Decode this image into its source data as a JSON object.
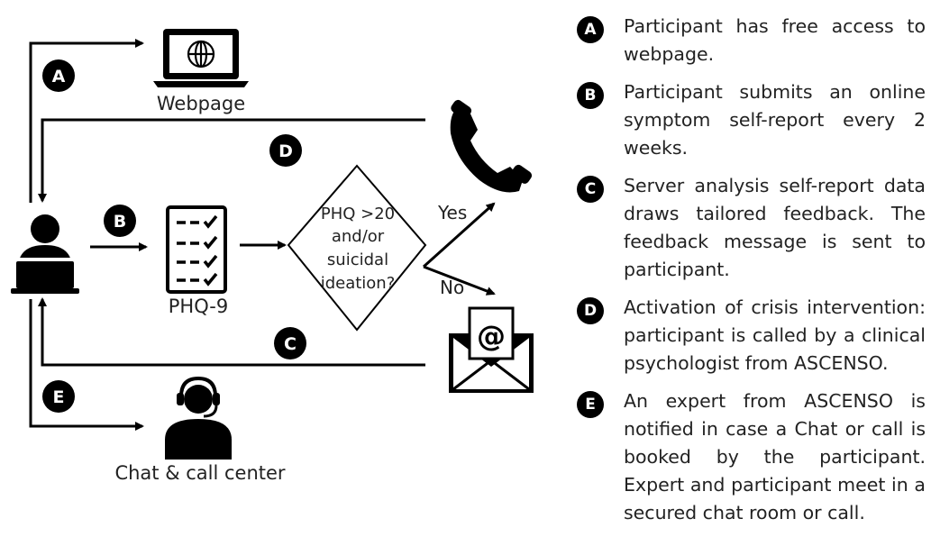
{
  "diagram": {
    "nodes": {
      "webpage": "Webpage",
      "phq9": "PHQ-9",
      "decision": [
        "PHQ >20",
        "and/or",
        "suicidal",
        "ideation?"
      ],
      "chat_center": "Chat & call center"
    },
    "branches": {
      "yes": "Yes",
      "no": "No"
    },
    "badges": [
      "A",
      "B",
      "C",
      "D",
      "E"
    ]
  },
  "legend": [
    {
      "key": "A",
      "text": "Participant has free access to webpage."
    },
    {
      "key": "B",
      "text": "Participant submits an online symptom self-report every 2 weeks."
    },
    {
      "key": "C",
      "text": "Server analysis self-report data draws tailored feedback. The feedback message is sent to participant."
    },
    {
      "key": "D",
      "text": "Activation of crisis intervention: participant is called by a clinical psychologist from ASCENSO."
    },
    {
      "key": "E",
      "text": "An expert from ASCENSO is notified in case a Chat or call is booked by the participant. Expert and participant meet in a secured chat room or call."
    }
  ]
}
